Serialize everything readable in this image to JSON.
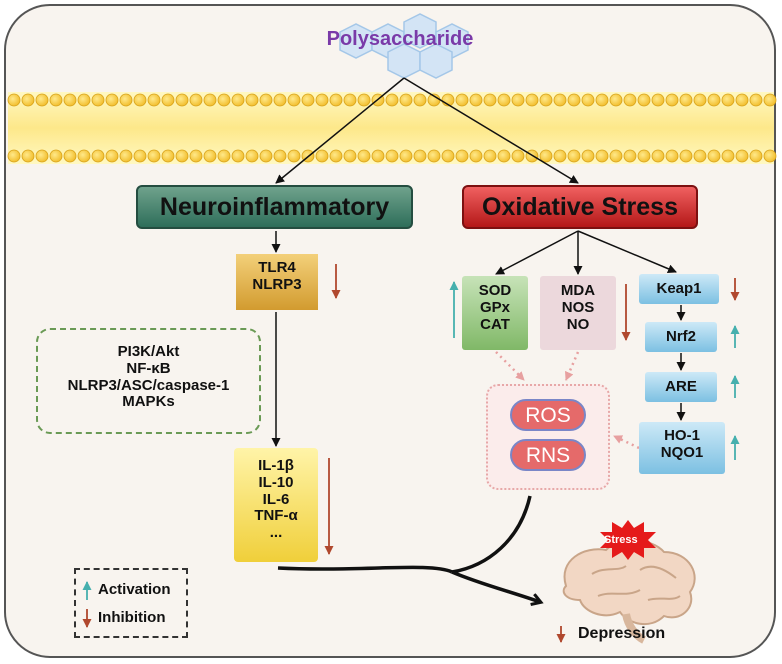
{
  "title": "Polysaccharide",
  "branches": {
    "neuroinflammatory": "Neuroinflammatory",
    "oxidative_stress": "Oxidative Stress"
  },
  "neuro": {
    "receptors": [
      "TLR4",
      "NLRP3"
    ],
    "pathways": [
      "PI3K/Akt",
      "NF-κB",
      "NLRP3/ASC/caspase-1",
      "MAPKs"
    ],
    "cytokines": [
      "IL-1β",
      "IL-10",
      "IL-6",
      "TNF-α",
      "..."
    ]
  },
  "oxidative": {
    "antioxidant_enzymes": [
      "SOD",
      "GPx",
      "CAT"
    ],
    "markers": [
      "MDA",
      "NOS",
      "NO"
    ],
    "keap1": "Keap1",
    "nrf2": "Nrf2",
    "are": "ARE",
    "ho": [
      "HO-1",
      "NQO1"
    ],
    "ros": "ROS",
    "rns": "RNS"
  },
  "outcome": {
    "stress_label": "Stress",
    "depression": "Depression"
  },
  "legend": {
    "activation": "Activation",
    "inhibition": "Inhibition"
  },
  "colors": {
    "activation_arrow": "#46b0ae",
    "inhibition_arrow": "#b0482e",
    "title": "#7a3aa8",
    "neuro_header": "#4e8a74",
    "oxidative_header": "#d22a2a"
  },
  "icons": [
    "polysaccharide-hexagon-icon",
    "lipid-bilayer-membrane",
    "brain-icon",
    "stress-burst-icon"
  ]
}
